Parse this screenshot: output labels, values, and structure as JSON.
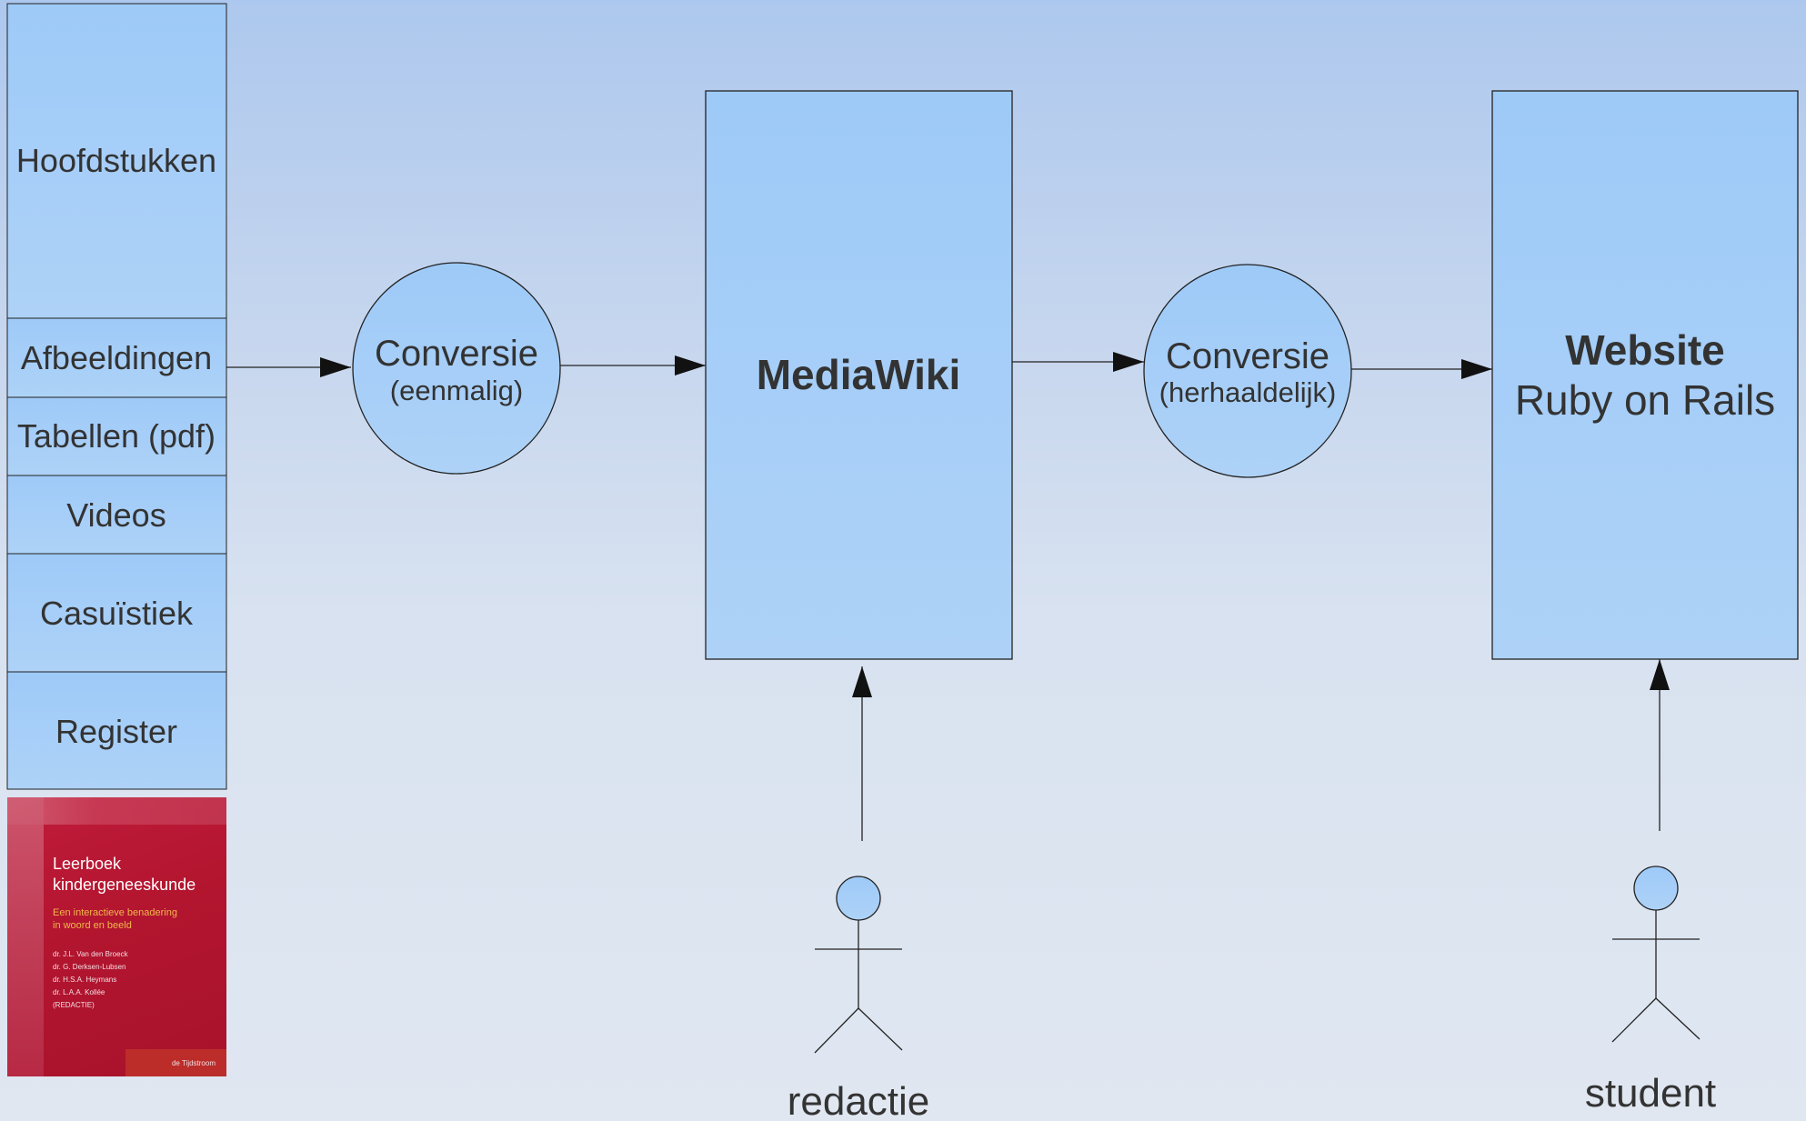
{
  "source_items": [
    "Hoofdstukken",
    "Afbeeldingen",
    "Tabellen (pdf)",
    "Videos",
    "Casuïstiek",
    "Register"
  ],
  "conversion_one": {
    "title": "Conversie",
    "subtitle": "(eenmalig)"
  },
  "mediawiki": {
    "label": "MediaWiki"
  },
  "conversion_two": {
    "title": "Conversie",
    "subtitle": "(herhaaldelijk)"
  },
  "website": {
    "title": "Website",
    "subtitle": "Ruby on Rails"
  },
  "actors": {
    "editor": "redactie",
    "student": "student"
  },
  "book_cover": {
    "title": "Leerboek\nkindergeneeskunde",
    "subtitle": "Een interactieve benadering\nin woord en beeld",
    "authors": "dr. J.L. Van den Broeck\ndr. G. Derksen-Lubsen\ndr. H.S.A. Heymans\ndr. L.A.A. Kollée\n(REDACTIE)",
    "publisher": "de Tijdstroom"
  },
  "colors": {
    "box_fill": "#a3ccf7",
    "line": "#222222",
    "text": "#333333",
    "book": "#b3152f"
  }
}
